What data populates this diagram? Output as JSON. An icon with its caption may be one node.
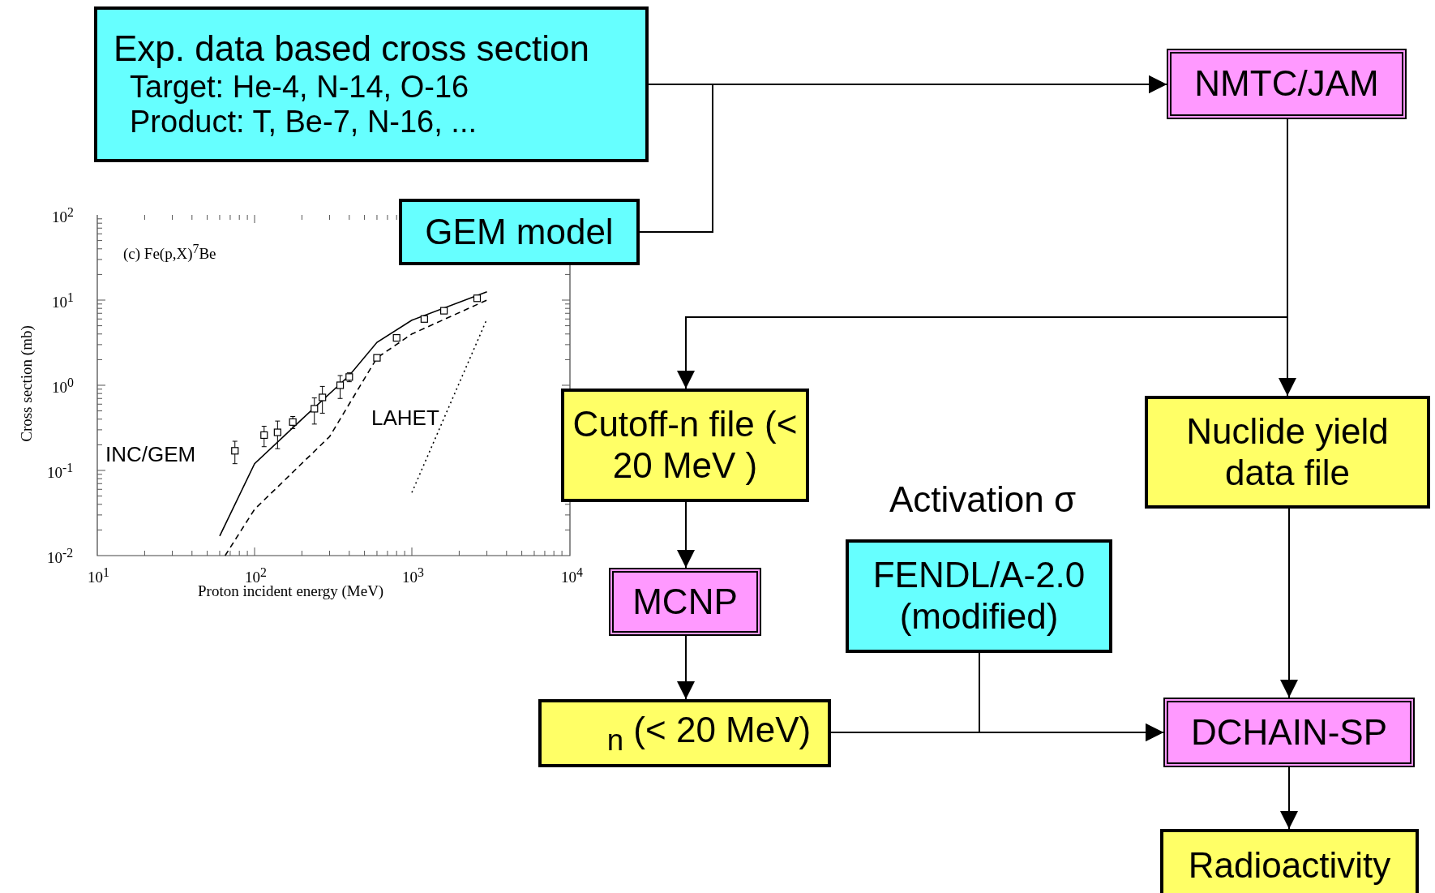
{
  "diagram": {
    "nodes": [
      {
        "text": [
          "Exp. data based cross section",
          "Target: He-4, N-14, O-16",
          "Product: T, Be-7, N-16, ..."
        ]
      },
      {
        "text": [
          "NMTC/JAM"
        ]
      },
      {
        "text": [
          "GEM model"
        ]
      },
      {
        "text": [
          "Cutoff-n file (< 20 MeV )"
        ]
      },
      {
        "text": [
          "Nuclide yield data file"
        ]
      },
      {
        "text": [
          "Activation σ",
          "FENDL/A-2.0 (modified)"
        ]
      },
      {
        "text": [
          "MCNP"
        ]
      },
      {
        "text": [
          "$_{n}$ (< 20 MeV)"
        ]
      },
      {
        "text": [
          "DCHAIN-SP"
        ]
      },
      {
        "text": [
          "Radioactivity"
        ]
      }
    ],
    "edges": [
      {
        "from": 0,
        "to": 1,
        "arrow": "to"
      },
      {
        "from": 2,
        "to": 1,
        "arrow": "to"
      },
      {
        "from": 1,
        "to": 3,
        "arrow": "to"
      },
      {
        "from": 1,
        "to": 4,
        "arrow": "to"
      },
      {
        "from": 3,
        "to": 6,
        "arrow": "to"
      },
      {
        "from": 6,
        "to": 7,
        "arrow": "to"
      },
      {
        "from": 7,
        "to": 8,
        "arrow": "to"
      },
      {
        "from": 5,
        "to": 8,
        "arrow": "to"
      },
      {
        "from": 4,
        "to": 8,
        "arrow": "to"
      },
      {
        "from": 8,
        "to": 9,
        "arrow": "to"
      }
    ],
    "labels": [
      "10$^{2}$",
      "(c) Fe(p,X)$^{7}$Be",
      "10$^{1}$",
      "Cross section (mb)",
      "10$^{0}$",
      "LAHET",
      "INC/GEM",
      "10$^{-1}$",
      "10$^{-2}$",
      "10$^{1}$",
      "10$^{2}$",
      "10$^{3}$",
      "10$^{4}$",
      "Proton incident energy (MeV)"
    ]
  }
}
